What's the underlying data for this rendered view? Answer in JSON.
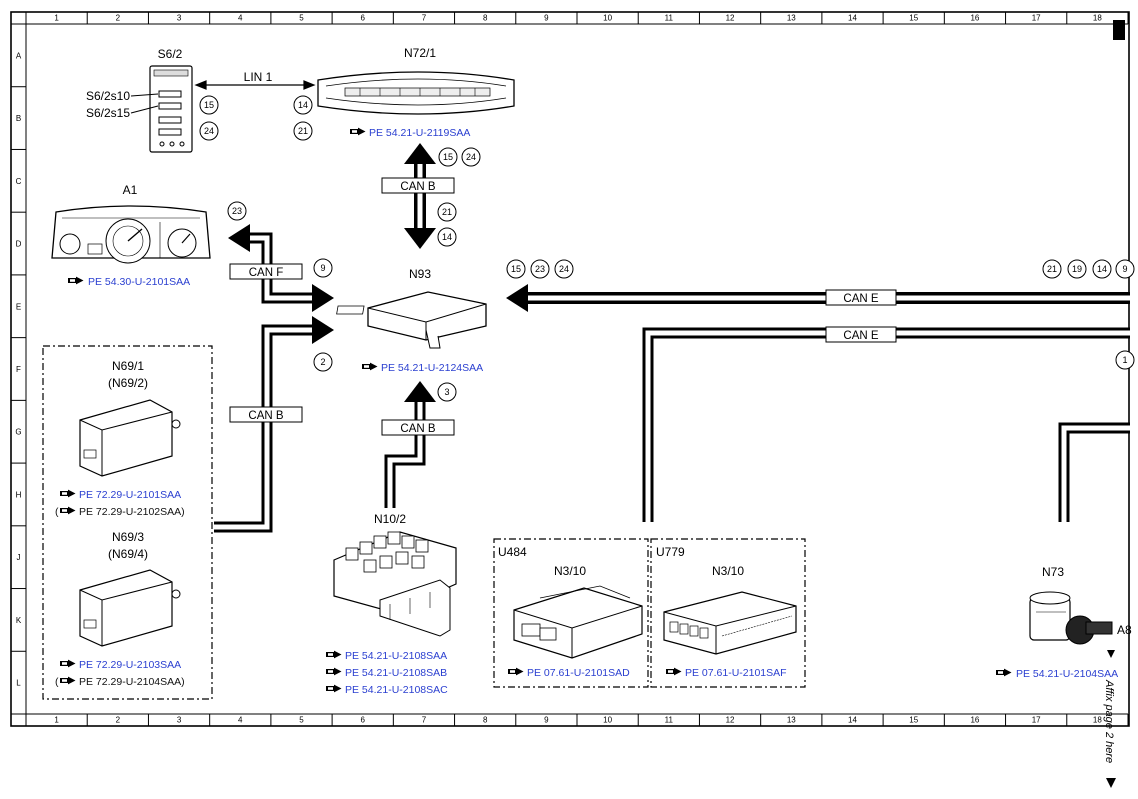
{
  "grid": {
    "columns": [
      "1",
      "2",
      "3",
      "4",
      "5",
      "6",
      "7",
      "8",
      "9",
      "10",
      "11",
      "12",
      "13",
      "14",
      "15",
      "16",
      "17",
      "18"
    ],
    "rows": [
      "A",
      "B",
      "C",
      "D",
      "E",
      "F",
      "G",
      "H",
      "J",
      "K",
      "L"
    ]
  },
  "components": {
    "s6_2": {
      "label": "S6/2",
      "sw1": "S6/2s10",
      "sw2": "S6/2s15"
    },
    "n72_1": {
      "label": "N72/1",
      "ref": "PE 54.21-U-2119SAA"
    },
    "a1": {
      "label": "A1",
      "ref": "PE 54.30-U-2101SAA"
    },
    "n93": {
      "label": "N93",
      "ref": "PE 54.21-U-2124SAA"
    },
    "n69_1": {
      "label": "N69/1",
      "alt": "(N69/2)",
      "ref": "PE 72.29-U-2101SAA",
      "ref_alt": "PE 72.29-U-2102SAA)"
    },
    "n69_3": {
      "label": "N69/3",
      "alt": "(N69/4)",
      "ref": "PE 72.29-U-2103SAA",
      "ref_alt": "PE 72.29-U-2104SAA)"
    },
    "n10_2": {
      "label": "N10/2",
      "refs": [
        "PE 54.21-U-2108SAA",
        "PE 54.21-U-2108SAB",
        "PE 54.21-U-2108SAC"
      ]
    },
    "u484": {
      "group": "U484",
      "label": "N3/10",
      "ref": "PE 07.61-U-2101SAD"
    },
    "u779": {
      "group": "U779",
      "label": "N3/10",
      "ref": "PE 07.61-U-2101SAF"
    },
    "n73": {
      "label": "N73",
      "ref": "PE 54.21-U-2104SAA",
      "partial": "A8"
    }
  },
  "buses": {
    "lin1": "LIN 1",
    "can_b": "CAN B",
    "can_f": "CAN F",
    "can_e": "CAN E"
  },
  "circles": {
    "s62_a": "15",
    "s62_b": "24",
    "n72_a": "14",
    "n72_b": "21",
    "canb_up_a": "15",
    "canb_up_b": "24",
    "canb_dn_a": "21",
    "canb_dn_b": "14",
    "a1_n": "23",
    "canf_n": "9",
    "n69_n": "2",
    "n10_n": "3",
    "e_left_1": "15",
    "e_left_2": "23",
    "e_left_3": "24",
    "e_right_1": "21",
    "e_right_2": "19",
    "e_right_3": "14",
    "e_right_4": "9",
    "f_right": "1"
  },
  "margin_note": "Affix page 2 here"
}
